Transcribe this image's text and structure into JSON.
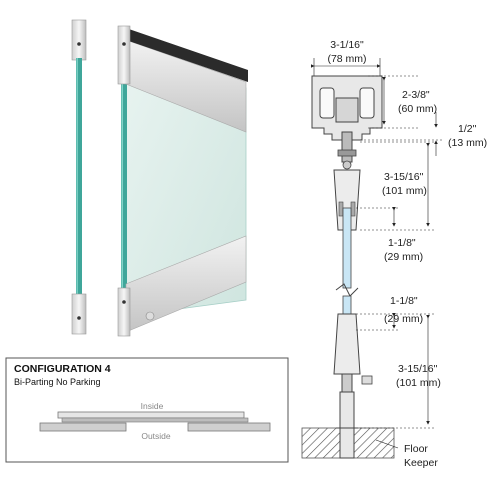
{
  "dimensions": {
    "top_width": "3-1/16\"",
    "top_width_mm": "(78 mm)",
    "header_height": "2-3/8\"",
    "header_height_mm": "(60 mm)",
    "gap": "1/2\"",
    "gap_mm": "(13 mm)",
    "upper_rail": "3-15/16\"",
    "upper_rail_mm": "(101 mm)",
    "glass_top": "1-1/8\"",
    "glass_top_mm": "(29 mm)",
    "glass_bottom": "1-1/8\"",
    "glass_bottom_mm": "(29 mm)",
    "lower_rail": "3-15/16\"",
    "lower_rail_mm": "(101 mm)"
  },
  "floor_keeper": {
    "line1": "Floor",
    "line2": "Keeper"
  },
  "configuration": {
    "title": "CONFIGURATION 4",
    "subtitle": "Bi-Parting No Parking",
    "inside_label": "Inside",
    "outside_label": "Outside"
  }
}
